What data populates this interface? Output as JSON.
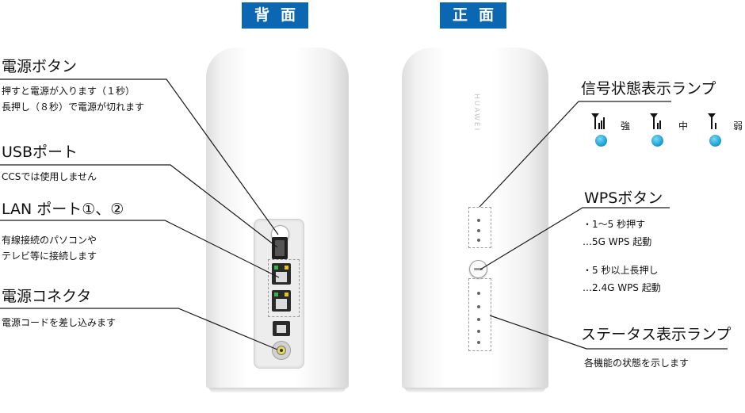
{
  "tags": {
    "back": "背面",
    "front": "正面"
  },
  "device": {
    "brand": "HUAWEI"
  },
  "left": [
    {
      "title": "電源ボタン",
      "lines": [
        "押すと電源が入ります（１秒）",
        "長押し（８秒）で電源が切れます"
      ]
    },
    {
      "title": "USBポート",
      "lines": [
        "CCSでは使用しません"
      ]
    },
    {
      "title": "LAN ポート①、②",
      "lines": [
        "有線接続のパソコンや",
        "テレビ等に接続します"
      ]
    },
    {
      "title": "電源コネクタ",
      "lines": [
        "電源コードを差し込みます"
      ]
    }
  ],
  "right": {
    "signal": {
      "title": "信号状態表示ランプ",
      "levels": [
        "強",
        "中",
        "弱"
      ]
    },
    "wps": {
      "title": "WPSボタン",
      "lines": [
        "・1～5 秒押す",
        "…5G WPS 起動",
        "・5 秒以上長押し",
        "…2.4G WPS 起動"
      ]
    },
    "status": {
      "title": "ステータス表示ランプ",
      "desc": "各機能の状態を示します"
    }
  },
  "colors": {
    "tag_bg": "#0b67b2",
    "led_cyan": "#1ba3d6",
    "port_green": "#37b34a",
    "port_yellow": "#e6c619"
  },
  "icons": [
    "signal-strong-icon",
    "signal-medium-icon",
    "signal-weak-icon",
    "led-indicator-icon",
    "power-button-icon",
    "usb-port-icon",
    "lan-port-icon",
    "power-connector-icon",
    "wps-button-icon"
  ]
}
